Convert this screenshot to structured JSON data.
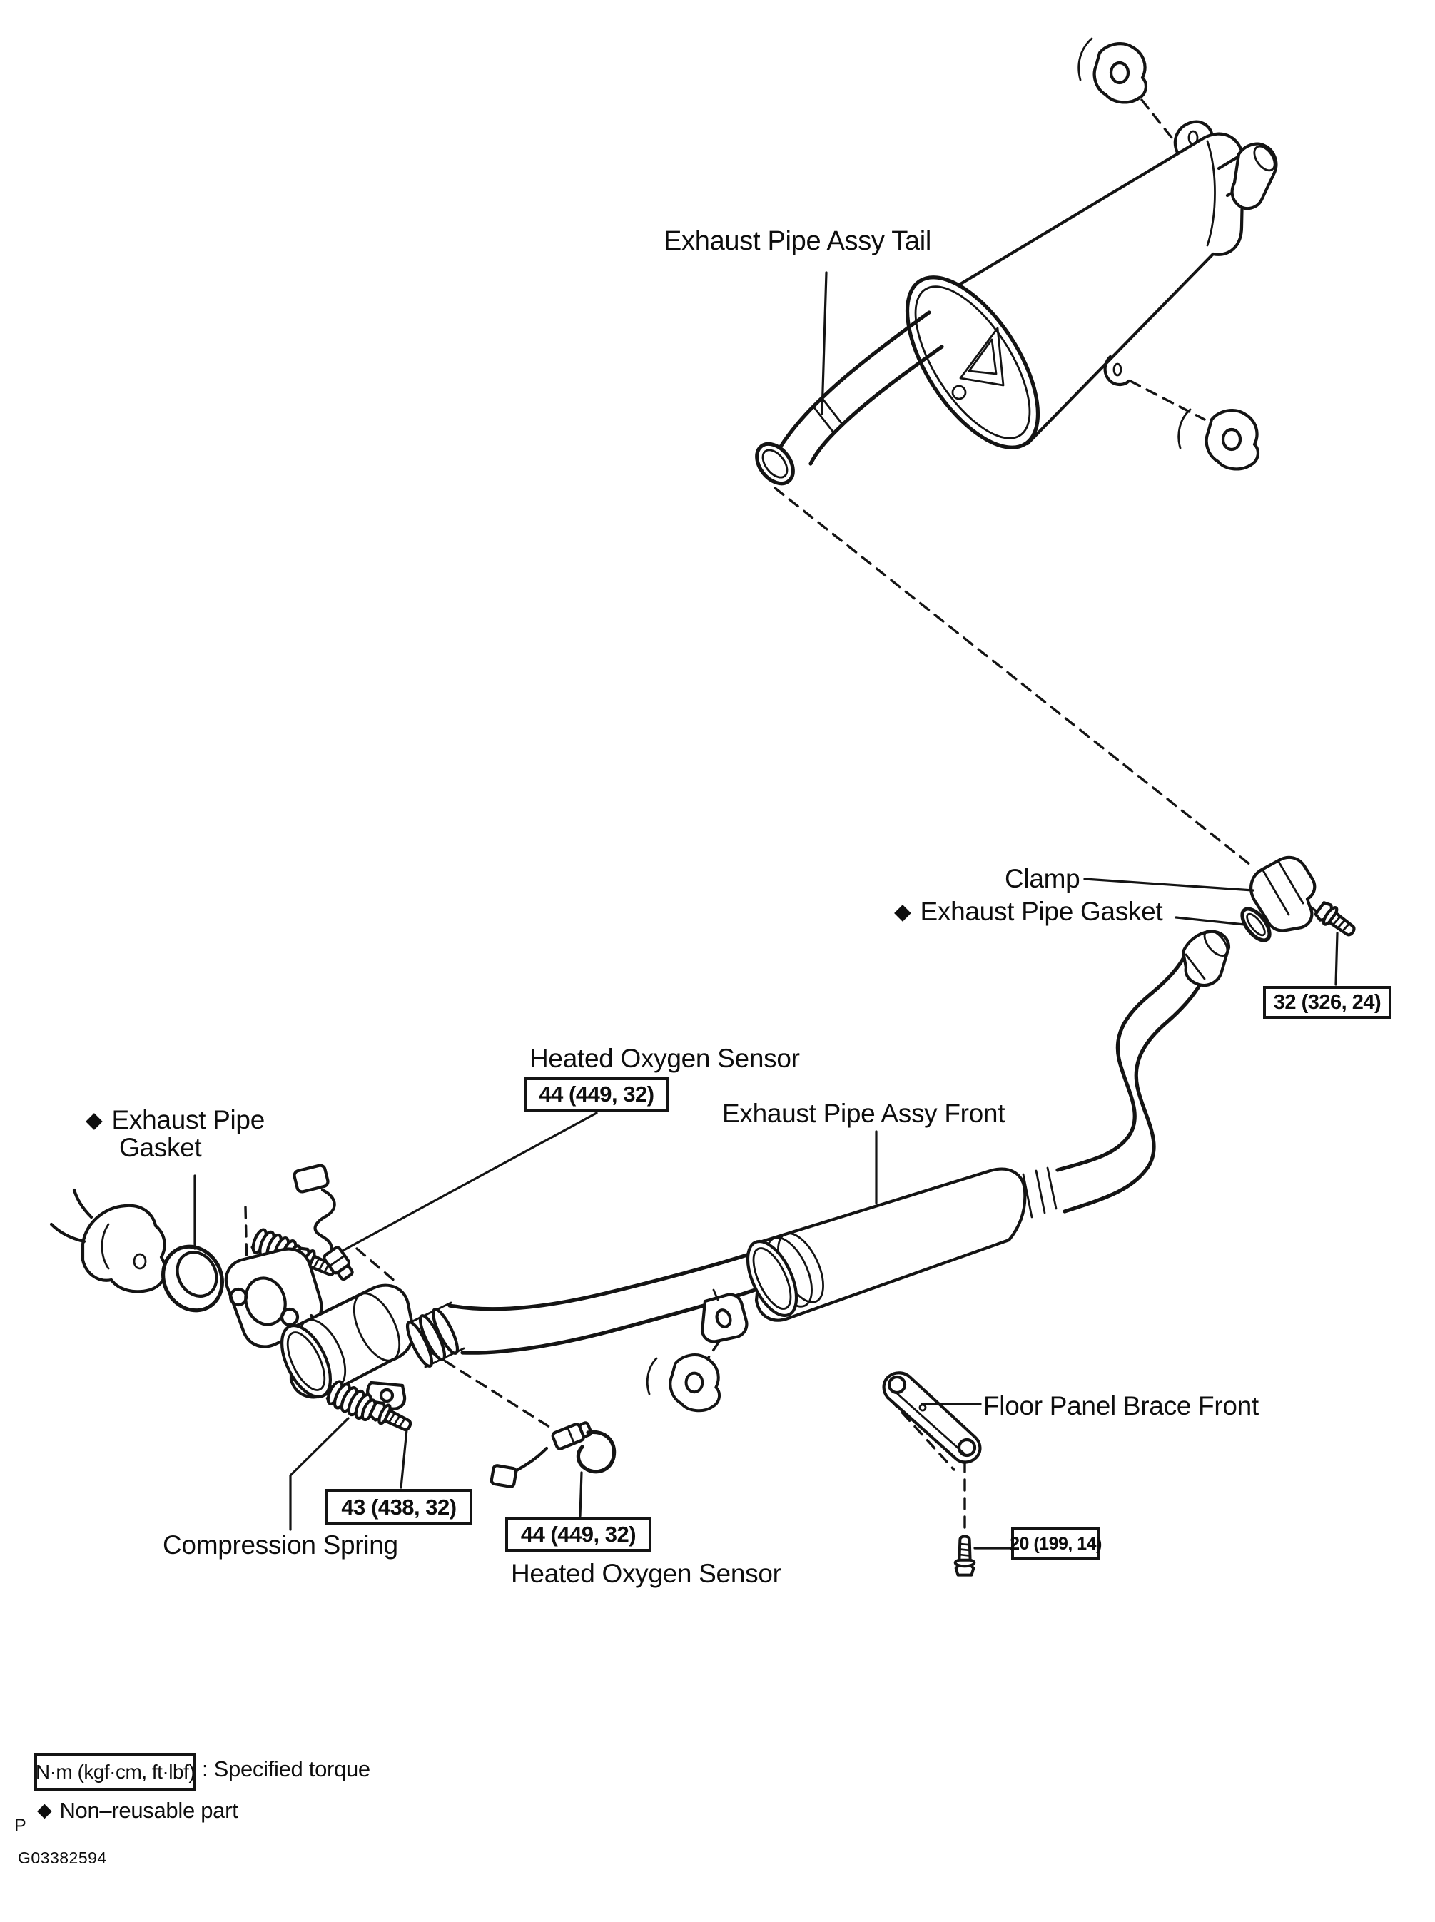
{
  "figure": {
    "code": "G03382594",
    "page_marker": "P"
  },
  "parts": {
    "tail_assembly": "Exhaust Pipe Assy Tail",
    "clamp": "Clamp",
    "tail_gasket": "Exhaust Pipe Gasket",
    "front_assembly": "Exhaust Pipe Assy Front",
    "front_gasket_line1": "Exhaust Pipe",
    "front_gasket_line2": "Gasket",
    "o2_sensor_top": "Heated Oxygen Sensor",
    "o2_sensor_bottom": "Heated Oxygen Sensor",
    "compression_spring": "Compression Spring",
    "floor_brace": "Floor Panel Brace Front"
  },
  "torque_specs": {
    "o2_sensor_top": "44 (449, 32)",
    "clamp_bolt": "32 (326, 24)",
    "spring_bolt": "43 (438, 32)",
    "o2_sensor_bottom": "44 (449, 32)",
    "brace_bolt": "20 (199, 14)"
  },
  "legend": {
    "diamond": "◆",
    "torque_unit_box": "N·m (kgf·cm, ft·lbf)",
    "torque_meaning": ": Specified torque",
    "non_reusable_meaning": "Non–reusable part"
  }
}
